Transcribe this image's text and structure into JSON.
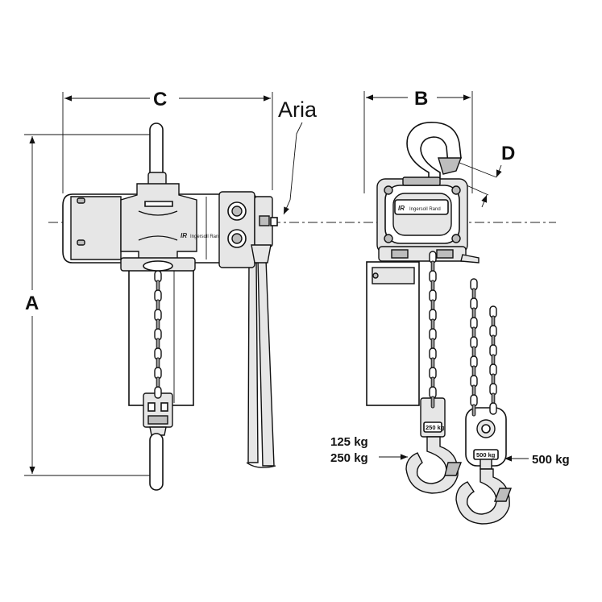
{
  "dimensions": {
    "a": "A",
    "b": "B",
    "c": "C",
    "d": "D"
  },
  "air_inlet_label": "Aria",
  "capacity_labels": {
    "left_line1": "125 kg",
    "left_line2": "250 kg",
    "right": "500 kg"
  },
  "load_plates": {
    "plate_250": "250 kg",
    "plate_500": "500 kg"
  },
  "brand": {
    "logo": "IR",
    "name": "Ingersoll Rand"
  },
  "colors": {
    "line": "#111111",
    "body_fill": "#e6e6e6",
    "shade_fill": "#bdbdbd"
  }
}
